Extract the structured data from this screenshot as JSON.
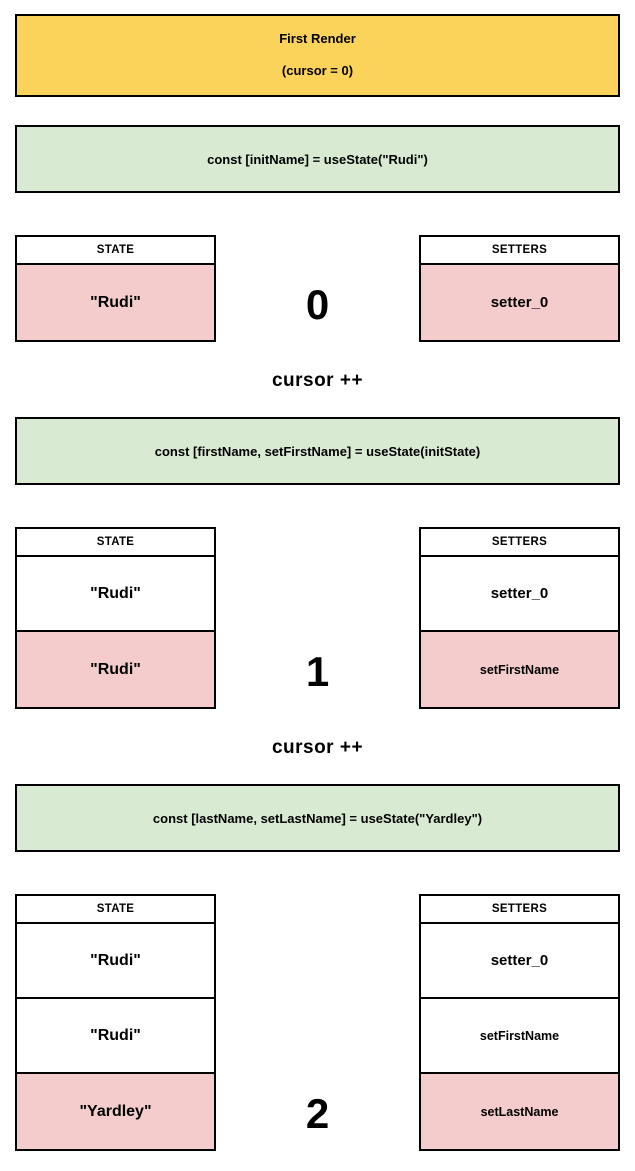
{
  "colors": {
    "banner_bg": "#fbd35b",
    "code_bg": "#d9ead3",
    "highlight_bg": "#f4cccc",
    "border": "#000000"
  },
  "banner": {
    "title": "First Render",
    "subtitle": "(cursor = 0)"
  },
  "labels": {
    "state_header": "STATE",
    "setters_header": "SETTERS",
    "cursor_increment": "cursor ++"
  },
  "steps": [
    {
      "code": "const [initName] = useState(\"Rudi\")",
      "cursor": "0",
      "state_cells": [
        "\"Rudi\""
      ],
      "setter_cells": [
        "setter_0"
      ]
    },
    {
      "code": "const [firstName, setFirstName] = useState(initState)",
      "cursor": "1",
      "state_cells": [
        "\"Rudi\"",
        "\"Rudi\""
      ],
      "setter_cells": [
        "setter_0",
        "setFirstName"
      ]
    },
    {
      "code": "const [lastName, setLastName] = useState(\"Yardley\")",
      "cursor": "2",
      "state_cells": [
        "\"Rudi\"",
        "\"Rudi\"",
        "\"Yardley\""
      ],
      "setter_cells": [
        "setter_0",
        "setFirstName",
        "setLastName"
      ]
    }
  ]
}
